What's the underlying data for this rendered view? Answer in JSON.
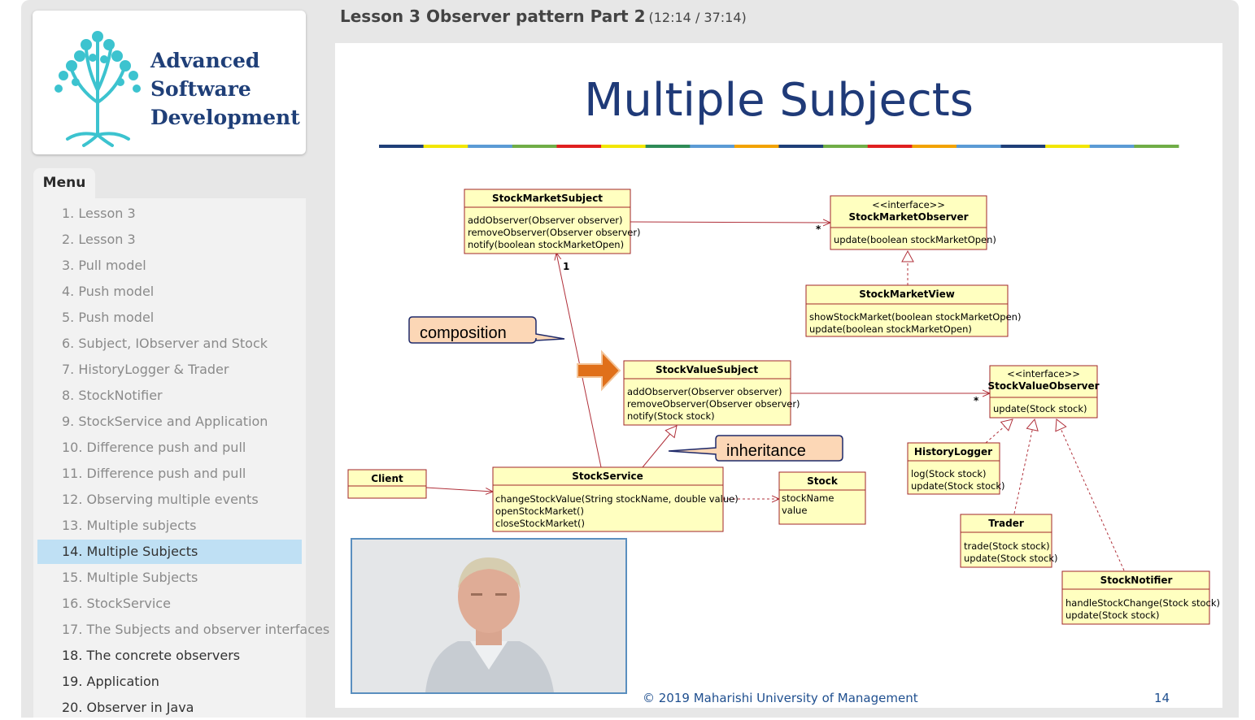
{
  "logo": {
    "line1": "Advanced",
    "line2": "Software",
    "line3": "Development",
    "icon": "tree-icon"
  },
  "menu": {
    "tab_label": "Menu",
    "items": [
      {
        "label": "1. Lesson 3",
        "state": "visited"
      },
      {
        "label": "2. Lesson 3",
        "state": "visited"
      },
      {
        "label": "3. Pull model",
        "state": "visited"
      },
      {
        "label": "4. Push model",
        "state": "visited"
      },
      {
        "label": "5. Push model",
        "state": "visited"
      },
      {
        "label": "6. Subject, IObserver and Stock",
        "state": "visited"
      },
      {
        "label": "7. HistoryLogger & Trader",
        "state": "visited"
      },
      {
        "label": "8. StockNotifier",
        "state": "visited"
      },
      {
        "label": "9. StockService and Application",
        "state": "visited"
      },
      {
        "label": "10. Difference push and pull",
        "state": "visited"
      },
      {
        "label": "11. Difference push and pull",
        "state": "visited"
      },
      {
        "label": "12. Observing multiple events",
        "state": "visited"
      },
      {
        "label": "13. Multiple subjects",
        "state": "visited"
      },
      {
        "label": "14. Multiple Subjects",
        "state": "active"
      },
      {
        "label": "15. Multiple Subjects",
        "state": "visited"
      },
      {
        "label": "16. StockService",
        "state": "visited"
      },
      {
        "label": "17. The Subjects and observer interfaces",
        "state": "visited"
      },
      {
        "label": "18. The concrete observers",
        "state": "todo"
      },
      {
        "label": "19. Application",
        "state": "todo"
      },
      {
        "label": "20. Observer in Java",
        "state": "todo"
      }
    ]
  },
  "lesson": {
    "title": "Lesson 3 Observer pattern Part 2",
    "time": "(12:14 / 37:14)"
  },
  "slide": {
    "title": "Multiple Subjects",
    "footer": "© 2019 Maharishi University of Management",
    "page_number": "14",
    "rainbow_colors": [
      "#1f3f78",
      "#f2e600",
      "#5b9bd5",
      "#70ad47",
      "#e02020",
      "#f2e600",
      "#2e8b57",
      "#5b9bd5",
      "#f2a200",
      "#1f3f78",
      "#70ad47",
      "#e02020",
      "#f2a200",
      "#5b9bd5",
      "#1f3f78",
      "#f2e600",
      "#5b9bd5",
      "#70ad47"
    ],
    "arrow_icon": "orange-arrow-icon"
  },
  "uml": {
    "stock_market_subject": {
      "name": "StockMarketSubject",
      "ops": [
        "addObserver(Observer observer)",
        "removeObserver(Observer observer)",
        "notify(boolean stockMarketOpen)"
      ]
    },
    "stock_market_observer": {
      "stereotype": "<<interface>>",
      "name": "StockMarketObserver",
      "ops": [
        "update(boolean stockMarketOpen)"
      ]
    },
    "stock_market_view": {
      "name": "StockMarketView",
      "ops": [
        "showStockMarket(boolean stockMarketOpen)",
        "update(boolean stockMarketOpen)"
      ]
    },
    "stock_value_subject": {
      "name": "StockValueSubject",
      "ops": [
        "addObserver(Observer observer)",
        "removeObserver(Observer observer)",
        "notify(Stock stock)"
      ]
    },
    "stock_value_observer": {
      "stereotype": "<<interface>>",
      "name": "StockValueObserver",
      "ops": [
        "update(Stock stock)"
      ]
    },
    "history_logger": {
      "name": "HistoryLogger",
      "ops": [
        "log(Stock stock)",
        "update(Stock stock)"
      ]
    },
    "trader": {
      "name": "Trader",
      "ops": [
        "trade(Stock stock)",
        "update(Stock stock)"
      ]
    },
    "stock_notifier": {
      "name": "StockNotifier",
      "ops": [
        "handleStockChange(Stock stock)",
        "update(Stock stock)"
      ]
    },
    "client": {
      "name": "Client"
    },
    "stock_service": {
      "name": "StockService",
      "ops": [
        "changeStockValue(String stockName, double value)",
        "openStockMarket()",
        "closeStockMarket()"
      ]
    },
    "stock": {
      "name": "Stock",
      "attrs": [
        "stockName",
        "value"
      ]
    },
    "mult_many": "*",
    "mult_one": "1",
    "callout_composition": "composition",
    "callout_inheritance": "inheritance"
  }
}
